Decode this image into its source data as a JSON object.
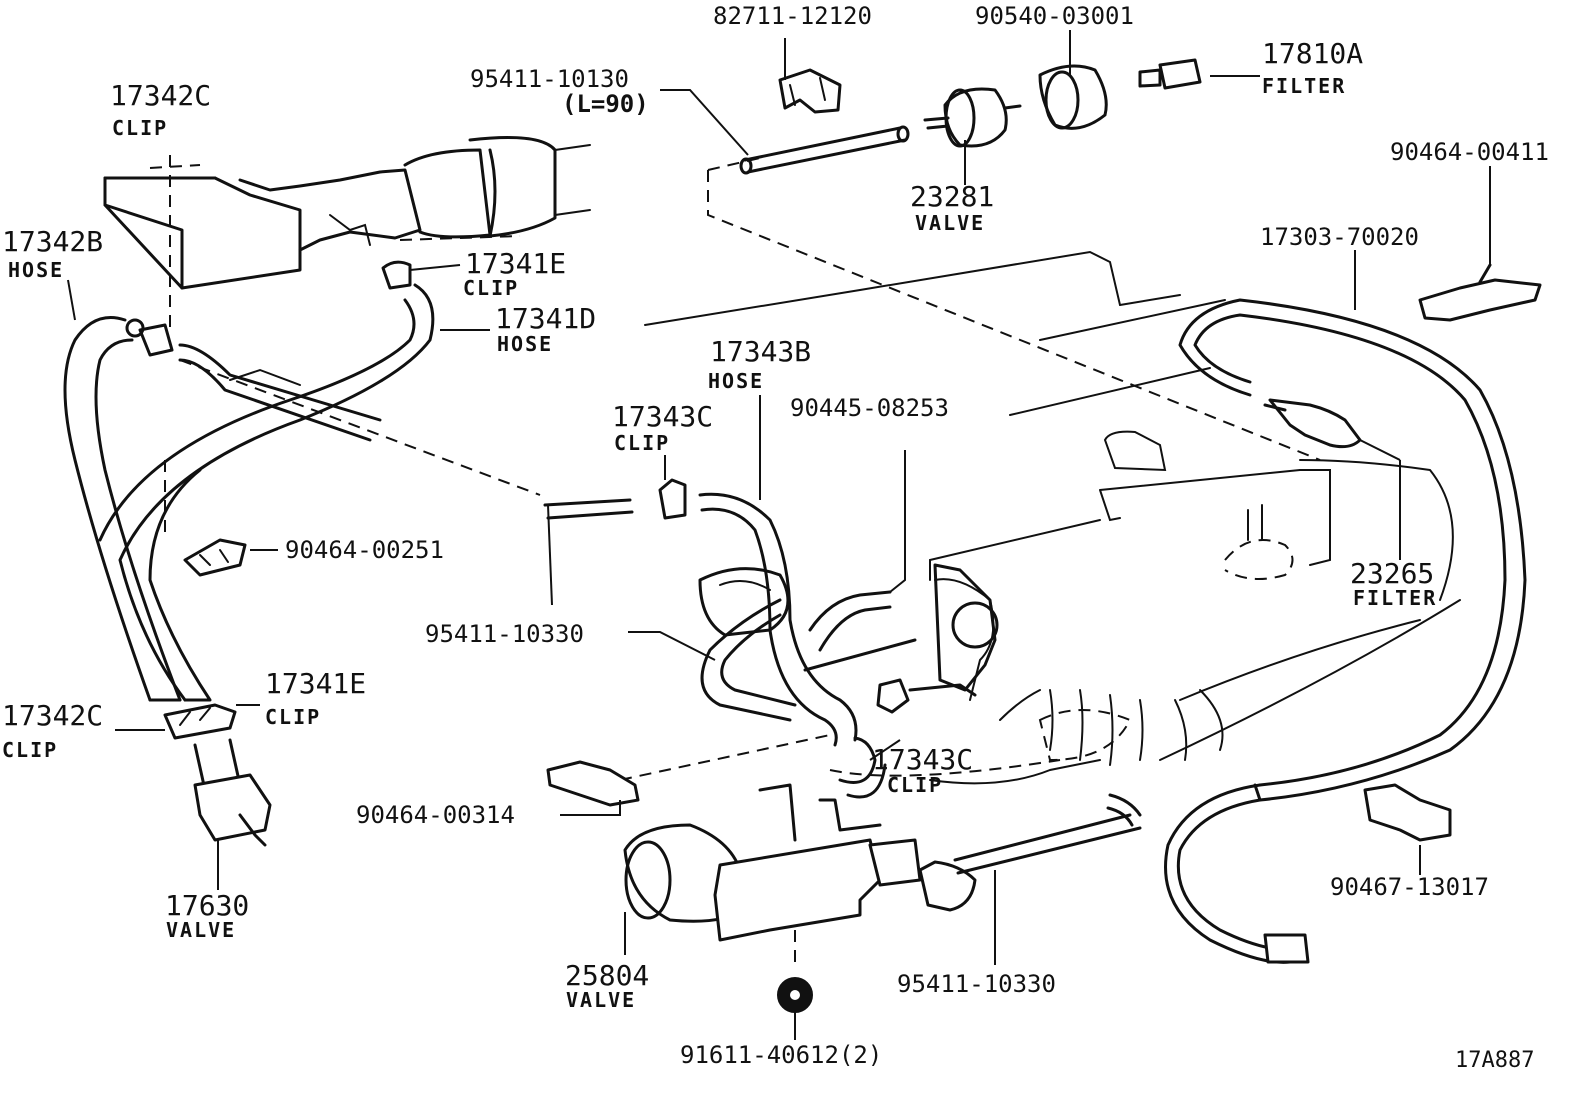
{
  "labels": {
    "p82711": "82711-12120",
    "p90540": "90540-03001",
    "p95411_top": "95411-10130",
    "p95411_top_len": "(L=90)",
    "p17810A": "17810A",
    "p17810A_name": "FILTER",
    "p17342C_top": "17342C",
    "p17342C_top_name": "CLIP",
    "p23281": "23281",
    "p23281_name": "VALVE",
    "p90464_00411": "90464-00411",
    "p17342B": "17342B",
    "p17342B_name": "HOSE",
    "p17341E_top": "17341E",
    "p17341E_top_name": "CLIP",
    "p17303": "17303-70020",
    "p17341D": "17341D",
    "p17341D_name": "HOSE",
    "p17343B": "17343B",
    "p17343B_name": "HOSE",
    "p17343C_top": "17343C",
    "p17343C_top_name": "CLIP",
    "p90445": "90445-08253",
    "p90464_00251": "90464-00251",
    "p23265": "23265",
    "p23265_name": "FILTER",
    "p95411_10330_left": "95411-10330",
    "p17341E_bot": "17341E",
    "p17341E_bot_name": "CLIP",
    "p17342C_bot": "17342C",
    "p17342C_bot_name": "CLIP",
    "p17343C_bot": "17343C",
    "p17343C_bot_name": "CLIP",
    "p90464_00314": "90464-00314",
    "p90467": "90467-13017",
    "p17630": "17630",
    "p17630_name": "VALVE",
    "p25804": "25804",
    "p25804_name": "VALVE",
    "p95411_10330_bot": "95411-10330",
    "p91611": "91611-40612(2)",
    "code": "17A887"
  }
}
